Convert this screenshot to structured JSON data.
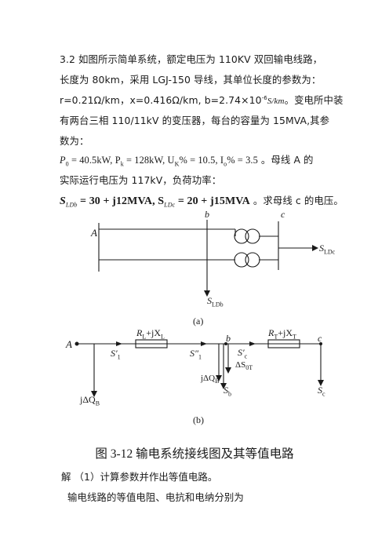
{
  "problem": {
    "line1": "3.2  如图所示简单系统，额定电压为 110KV 双回输电线路，",
    "line2": "长度为 80km，采用 LGJ-150 导线，其单位长度的参数为：",
    "line3a": "r=0.21Ω/km，x=0.416Ω/km, b=2.74×10",
    "line3exp": "-6",
    "line3unit": "S/km",
    "line3b": "。变电所中装",
    "line4": "有两台三相 110/11kV 的变压器，每台的容量为 15MVA,其参",
    "line5": "数为：",
    "line6a": "P",
    "line6a_sub": "0",
    "line6b": " = 40.5kW,  P",
    "line6b_sub": "k",
    "line6c": " = 128kW, U",
    "line6c_sub": "K",
    "line6d": "% = 10.5, I",
    "line6d_sub": "o",
    "line6e": "% = 3.5",
    "line6f": " 。母线 A 的",
    "line7": "实际运行电压为 117kV，负荷功率：",
    "line8a": "S",
    "line8a_sub": "LDb",
    "line8b": " = 30 + j12MVA, S",
    "line8b_sub": "LDc",
    "line8c": " = 20 + j15MVA",
    "line8d": " 。求母线 c 的电压。"
  },
  "figure_a": {
    "label_A": "A",
    "label_b": "b",
    "label_c": "c",
    "label_SLDc": "S",
    "label_SLDc_sub": "LDc",
    "label_SLDb": "S",
    "label_SLDb_sub": "LDb",
    "caption": "(a)"
  },
  "figure_b": {
    "label_A": "A",
    "label_b": "b",
    "label_c": "c",
    "RL": "R",
    "RL_sub": "L",
    "RL_plus": "+jX",
    "RL_plus_sub": "L",
    "RT": "R",
    "RT_sub": "T",
    "RT_plus": "+jX",
    "RT_plus_sub": "T",
    "S1p": "S′",
    "S1p_sub": "1",
    "S1pp": "S″",
    "S1pp_sub": "1",
    "Scp": "S′",
    "Scp_sub": "c",
    "dS0T": "ΔS",
    "dS0T_sub": "0T",
    "jdQB_left": "jΔQ",
    "jdQB_left_sub": "B",
    "jdQB_mid": "jΔQ",
    "jdQB_mid_sub": "B",
    "Sb": "S",
    "Sb_sub": "b",
    "Sc": "S",
    "Sc_sub": "c",
    "caption": "(b)"
  },
  "caption": "图 3-12   输电系统接线图及其等值电路",
  "solution": {
    "line1": "解   （1）计算参数并作出等值电路。",
    "line2": "输电线路的等值电阻、电抗和电纳分别为"
  }
}
